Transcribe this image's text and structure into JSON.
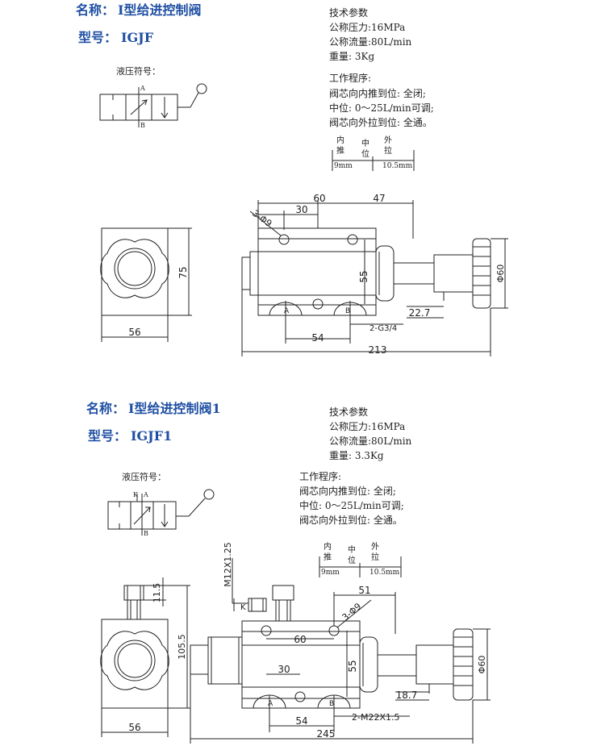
{
  "colors": {
    "title": "#1f4fa3",
    "line": "#222222"
  },
  "top": {
    "name_prefix": "名称：",
    "name": "Ⅰ型给进控制阀",
    "model_prefix": "型号：",
    "model": "IGJF",
    "symbol_label": "液压符号：",
    "port_a": "A",
    "port_b": "B",
    "specs_title": "技术参数",
    "specs": [
      "公称压力:16MPa",
      "公称流量:80L/min",
      "重量: 3Kg"
    ],
    "procedure_title": "工作程序:",
    "procedure": [
      "阀芯向内推到位: 全闭;",
      "中位: 0～25L/min可调;",
      "阀芯向外拉到位: 全通。"
    ],
    "travel": {
      "inner": [
        "内",
        "推"
      ],
      "middle": [
        "中",
        "位"
      ],
      "outer": [
        "外",
        "拉"
      ],
      "inner_dist": "9mm",
      "outer_dist": "10.5mm"
    },
    "dims": {
      "d60": "60",
      "d47": "47",
      "d30": "30",
      "hole": "3-Φ9",
      "d55": "55",
      "d75": "75",
      "d56": "56",
      "d54": "54",
      "d22_7": "22.7",
      "d213": "213",
      "thread": "2-G3/4",
      "phi60": "Φ60"
    }
  },
  "bottom": {
    "name_prefix": "名称：",
    "name": "Ⅰ型给进控制阀1",
    "model_prefix": "型号：",
    "model": "IGJF1",
    "symbol_label": "液压符号：",
    "port_k": "K",
    "port_a": "A",
    "port_b": "B",
    "specs_title": "技术参数",
    "specs": [
      "公称压力:16MPa",
      "公称流量:80L/min",
      "重量: 3.3Kg"
    ],
    "procedure_title": "工作程序:",
    "procedure": [
      "阀芯向内推到位: 全闭;",
      "中位: 0～25L/min可调;",
      "阀芯向外拉到位: 全通。"
    ],
    "travel": {
      "inner": [
        "内",
        "推"
      ],
      "middle": [
        "中",
        "位"
      ],
      "outer": [
        "外",
        "拉"
      ],
      "inner_dist": "9mm",
      "outer_dist": "10.5mm"
    },
    "dims": {
      "m12": "M12X1.25",
      "d11_5": "11.5",
      "k": "K",
      "d51": "51",
      "hole": "3-Φ9",
      "d60": "60",
      "d55": "55",
      "d30": "30",
      "d105_5": "105.5",
      "d56": "56",
      "d54": "54",
      "thread": "2-M22X1.5",
      "d245": "245",
      "d18_7": "18.7",
      "phi60": "Φ60"
    }
  }
}
